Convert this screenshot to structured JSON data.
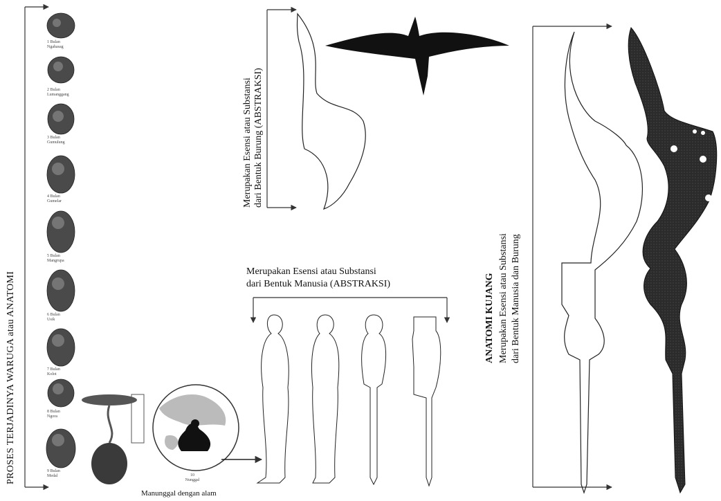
{
  "left_panel": {
    "title": "PROSES TERJADINYA WARUGA  atau ANATOMI",
    "months": [
      {
        "label": "1 Bulan",
        "name": "Ngahasag"
      },
      {
        "label": "2 Bulan",
        "name": "Lumanggang"
      },
      {
        "label": "3 Bulan",
        "name": "Gumulung"
      },
      {
        "label": "4 Bulan",
        "name": "Gumelar"
      },
      {
        "label": "5 Bulan",
        "name": "Mangrupa"
      },
      {
        "label": "6 Bulan",
        "name": "Usik"
      },
      {
        "label": "7 Bulan",
        "name": "Kolot"
      },
      {
        "label": "8 Bulan",
        "name": "Ngora"
      },
      {
        "label": "9 Bulan",
        "name": "Medal"
      }
    ],
    "tenth": {
      "label": "10",
      "name": "Nunggal"
    },
    "caption": "Manunggal dengan alam"
  },
  "bird_panel": {
    "line1": "Merupakan Esensi atau Substansi",
    "line2": "dari Bentuk Burung (ABSTRAKSI)"
  },
  "human_panel": {
    "line1": "Merupakan Esensi atau Substansi",
    "line2": "dari Bentuk Manusia (ABSTRAKSI)"
  },
  "kujang_panel": {
    "title": "ANATOMI KUJANG",
    "line1": "Merupakan Esensi atau Substansi",
    "line2": "dari Bentuk Manusia dan Burung"
  },
  "colors": {
    "ink": "#111111",
    "fill_dark": "#2a2a2a",
    "fetus": "#555555"
  }
}
